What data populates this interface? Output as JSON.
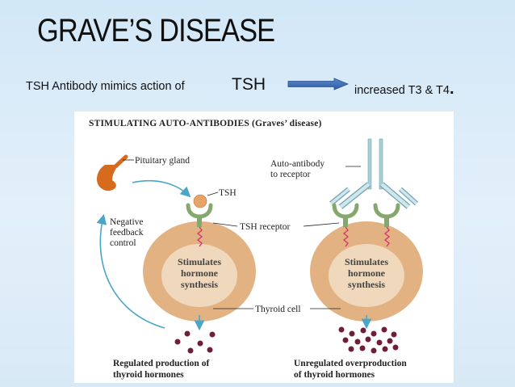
{
  "slide": {
    "title": "GRAVE’S DISEASE",
    "subtitle": {
      "left_text": "TSH Antibody mimics action of ",
      "tsh_text": "TSH",
      "right_text": "increased  T3 & T4",
      "period": ".",
      "arrow_icon": "right-arrow-icon"
    }
  },
  "figure": {
    "title": "STIMULATING AUTO-ANTIBODIES (Graves’ disease)",
    "labels": {
      "pituitary": "Pituitary gland",
      "tsh": "TSH",
      "auto_antibody_line1": "Auto-antibody",
      "auto_antibody_line2": "to receptor",
      "negative_line1": "Negative",
      "negative_line2": "feedback",
      "negative_line3": "control",
      "tsh_receptor": "TSH receptor",
      "thyroid_cell": "Thyroid cell",
      "cell_left_line1": "Stimulates",
      "cell_left_line2": "hormone",
      "cell_left_line3": "synthesis",
      "cell_right_line1": "Stimulates",
      "cell_right_line2": "hormone",
      "cell_right_line3": "synthesis",
      "regulated_line1": "Regulated production of",
      "regulated_line2": "thyroid hormones",
      "unregulated_line1": "Unregulated overproduction",
      "unregulated_line2": "of thyroid hormones"
    },
    "colors": {
      "cell_outer": "#e3b283",
      "cell_inner": "#f0d8bd",
      "receptor": "#85a86e",
      "hormone": "#6e1e3c",
      "arrow": "#4aa6c8",
      "pituitary": "#d66b1e",
      "tsh": "#e8a468",
      "signal": "#d6336b",
      "antibody": "#a9cfd8"
    }
  }
}
